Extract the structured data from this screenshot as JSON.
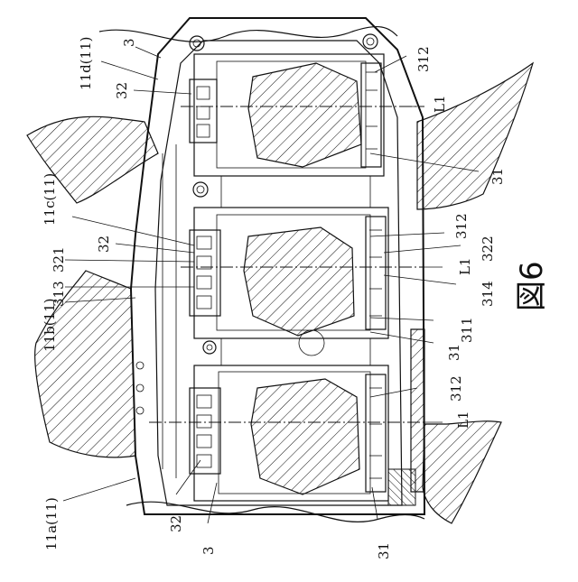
{
  "figure_label": "図6",
  "labels": {
    "l_3_top": "3",
    "l_11d": "11d(11)",
    "l_32_top": "32",
    "l_312_top": "312",
    "l_L1_top": "L1",
    "l_31_top": "31",
    "l_11c": "11c(11)",
    "l_32_mid": "32",
    "l_321": "321",
    "l_312_mid": "312",
    "l_322": "322",
    "l_L1_mid": "L1",
    "l_314": "314",
    "l_313": "313",
    "l_11b": "11b(11)",
    "l_311": "311",
    "l_31_mid": "31",
    "l_312_bot": "312",
    "l_L1_bot": "L1",
    "l_11a": "11a(11)",
    "l_32_bot": "32",
    "l_3_bot": "3",
    "l_31_bot": "31"
  }
}
